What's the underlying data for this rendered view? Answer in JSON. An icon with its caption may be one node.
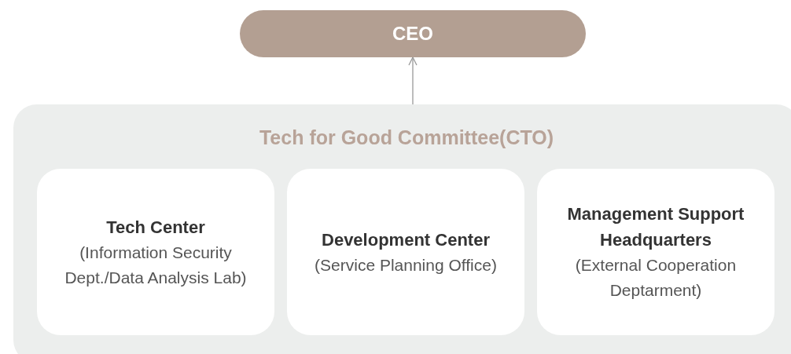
{
  "diagram": {
    "nodes": [
      {
        "text": [
          "CEO"
        ]
      },
      {
        "text": [
          "Tech for Good Committee(CTO)"
        ]
      },
      {
        "text": [
          "Tech Center",
          "(Information Security Dept./Data Analysis Lab)"
        ],
        "in": 1
      },
      {
        "text": [
          "Development Center",
          "(Service Planning Office)"
        ],
        "in": 1
      },
      {
        "text": [
          "Management Support Headquarters",
          "(External Cooperation Deptarment)"
        ],
        "in": 1
      }
    ],
    "edges": [
      {
        "from": 1,
        "to": 0,
        "arrow": "to"
      }
    ]
  }
}
